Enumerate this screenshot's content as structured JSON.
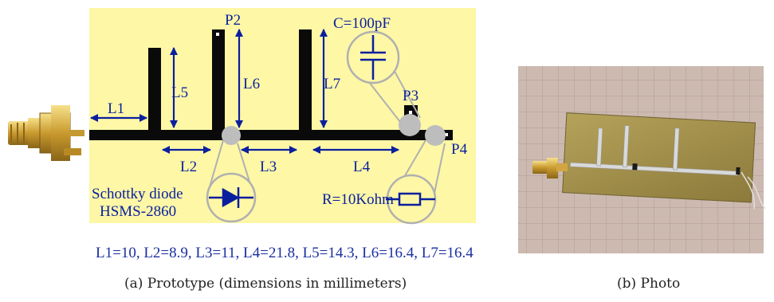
{
  "prototype": {
    "ports": {
      "p2": "P2",
      "p3": "P3",
      "p4": "P4"
    },
    "lengths": {
      "l1": "L1",
      "l2": "L2",
      "l3": "L3",
      "l4": "L4",
      "l5": "L5",
      "l6": "L6",
      "l7": "L7"
    },
    "capacitor_label": "C=100pF",
    "resistor_label": "R=10Kohm",
    "diode_label_line1": "Schottky diode",
    "diode_label_line2": "HSMS-2860",
    "dimensions_text": "L1=10, L2=8.9, L3=11, L4=21.8, L5=14.3, L6=16.4, L7=16.4"
  },
  "captions": {
    "a": "(a)  Prototype (dimensions in millimeters)",
    "b": "(b)  Photo"
  },
  "colors": {
    "board_background": "#fdf7a6",
    "annotation": "#0a1f9e",
    "trace": "#0a0a0a",
    "component_circle": "#bdbdbd"
  }
}
